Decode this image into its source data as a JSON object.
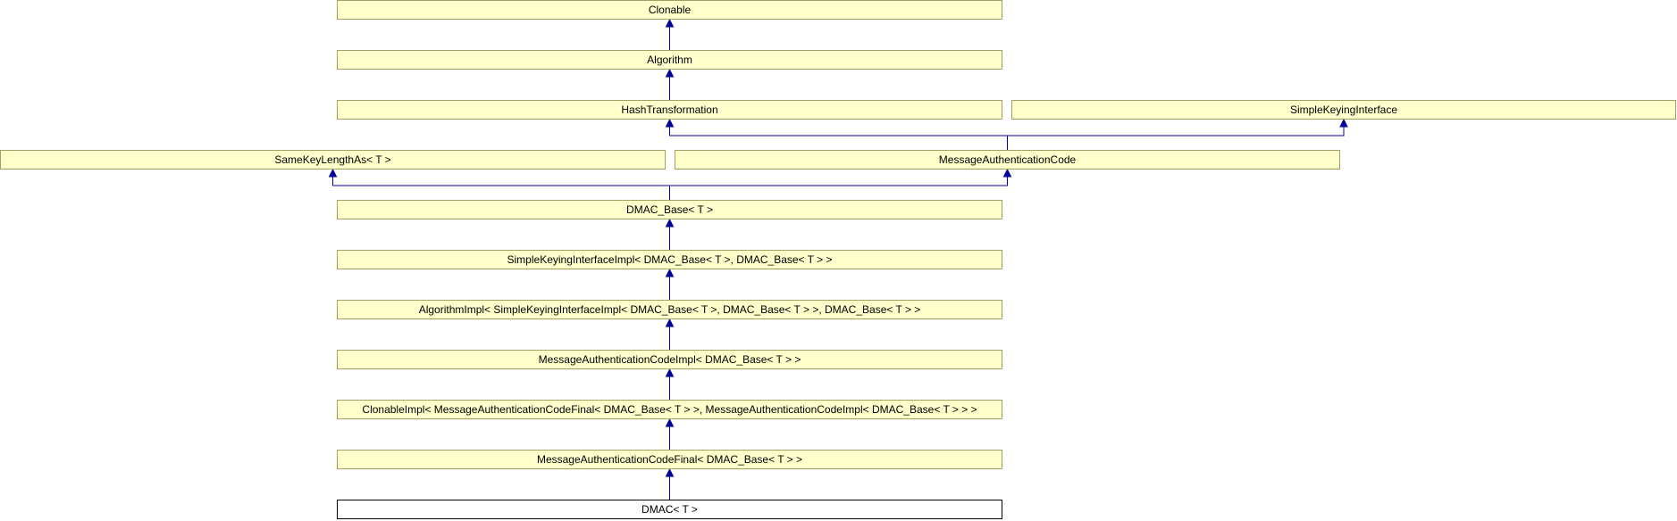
{
  "diagram": {
    "nodes": {
      "clonable": "Clonable",
      "algorithm": "Algorithm",
      "hash_transformation": "HashTransformation",
      "simple_keying_interface": "SimpleKeyingInterface",
      "same_key_length_as": "SameKeyLengthAs< T >",
      "message_authentication_code": "MessageAuthenticationCode",
      "dmac_base": "DMAC_Base< T >",
      "simple_keying_interface_impl": "SimpleKeyingInterfaceImpl< DMAC_Base< T >, DMAC_Base< T > >",
      "algorithm_impl": "AlgorithmImpl< SimpleKeyingInterfaceImpl< DMAC_Base< T >, DMAC_Base< T > >, DMAC_Base< T > >",
      "message_authentication_code_impl": "MessageAuthenticationCodeImpl< DMAC_Base< T > >",
      "clonable_impl": "ClonableImpl< MessageAuthenticationCodeFinal< DMAC_Base< T > >, MessageAuthenticationCodeImpl< DMAC_Base< T > > >",
      "message_authentication_code_final": "MessageAuthenticationCodeFinal< DMAC_Base< T > >",
      "dmac": "DMAC< T >"
    },
    "colors": {
      "node_fill": "#ffffcc",
      "node_border": "#a0a060",
      "current_fill": "#ffffff",
      "current_border": "#000000",
      "edge": "#00009c"
    }
  }
}
